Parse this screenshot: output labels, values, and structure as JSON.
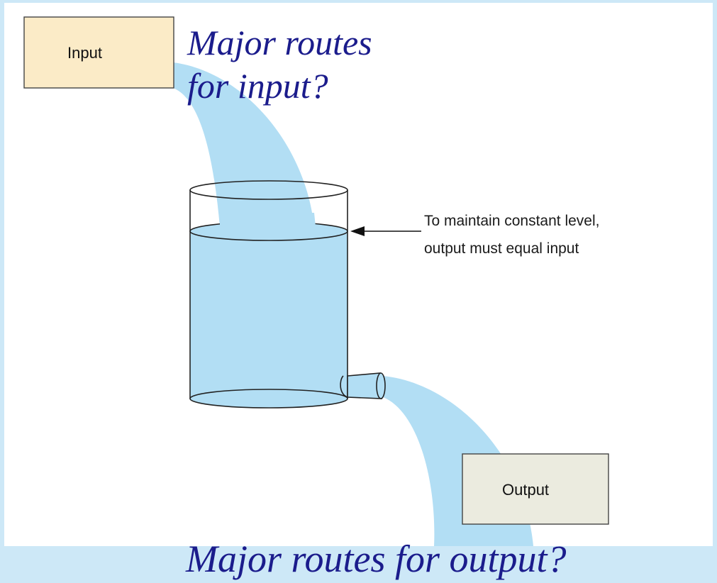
{
  "input_box": {
    "label": "Input"
  },
  "output_box": {
    "label": "Output"
  },
  "annotation": {
    "line1": "To maintain constant level,",
    "line2": "output must equal input"
  },
  "question_input": {
    "line1": "Major routes",
    "line2": "for input?"
  },
  "question_output": {
    "text": "Major routes for output?"
  },
  "colors": {
    "background": "#cde8f7",
    "panel": "#ffffff",
    "water": "#b2def4",
    "input_box": "#fbebc7",
    "output_box": "#ebebdf",
    "question_text": "#1b1c8c"
  }
}
